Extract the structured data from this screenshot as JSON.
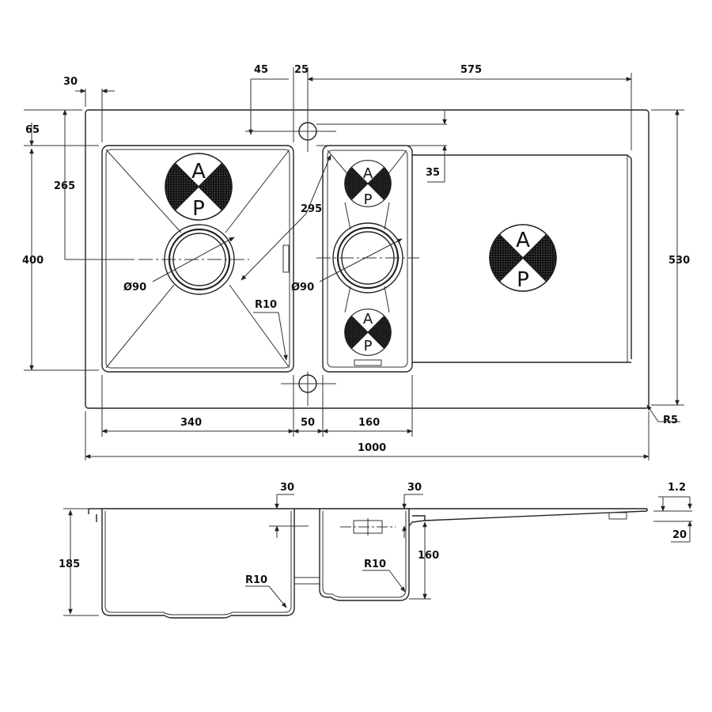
{
  "dimensions": {
    "d30_top": "30",
    "d45": "45",
    "d25": "25",
    "d575": "575",
    "d65": "65",
    "d265": "265",
    "d400": "400",
    "d35": "35",
    "d295": "295",
    "d530": "530",
    "d90_left": "Ø90",
    "d90_right": "Ø90",
    "r10_top": "R10",
    "r5": "R5",
    "d340": "340",
    "d50": "50",
    "d160_top": "160",
    "d1000": "1000",
    "d30_sec_a": "30",
    "d30_sec_b": "30",
    "d1_2": "1.2",
    "d185": "185",
    "r10_sec_a": "R10",
    "r10_sec_b": "R10",
    "d160_sec": "160",
    "d20": "20"
  },
  "logo": {
    "top_letter": "A",
    "bottom_letter": "P"
  }
}
